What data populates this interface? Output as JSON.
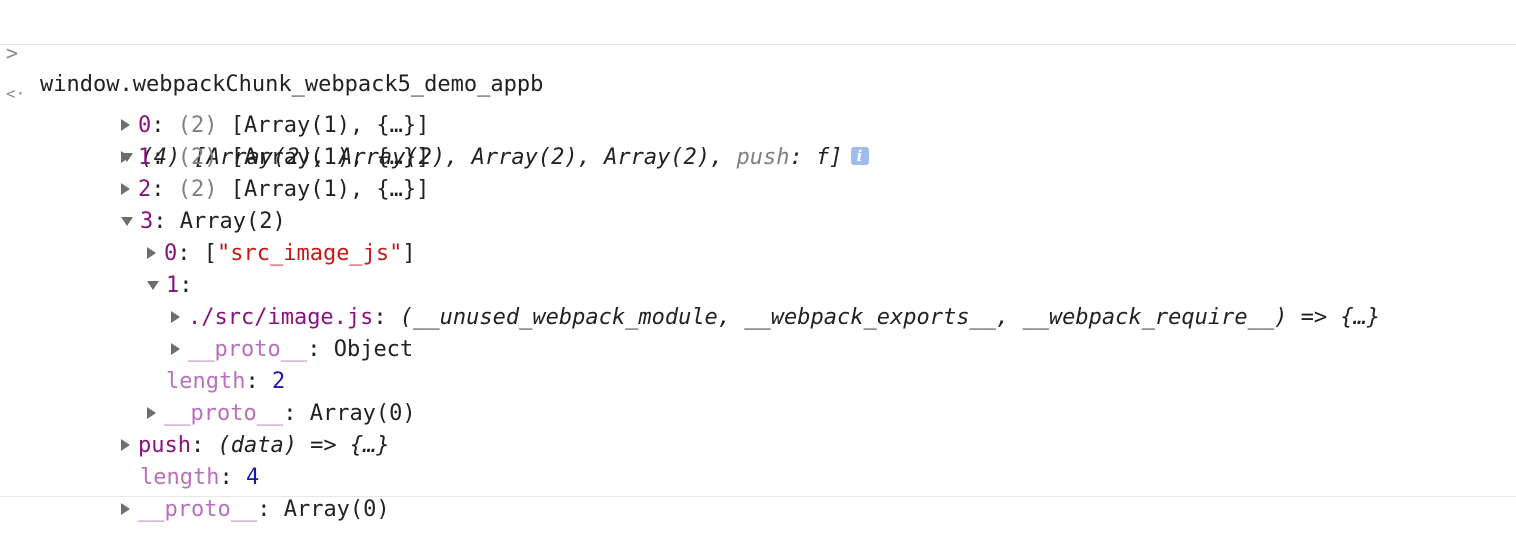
{
  "console": {
    "input_expression": "window.webpackChunk_webpack5_demo_appb",
    "prompt_glyph": ">",
    "result_glyph": "<·",
    "result_summary": {
      "count": "(4)",
      "items": "[Array(2), Array(2), Array(2), Array(2), ",
      "push_key": "push",
      "push_value": ": f]",
      "info_glyph": "i"
    },
    "entries": [
      {
        "index": "0",
        "count": "(2)",
        "preview": "[Array(1), {…}]"
      },
      {
        "index": "1",
        "count": "(2)",
        "preview": "[Array(1), {…}]"
      },
      {
        "index": "2",
        "count": "(2)",
        "preview": "[Array(1), {…}]"
      }
    ],
    "entry3": {
      "index": "3",
      "label": "Array(2)",
      "child0_index": "0",
      "child0_open": "[",
      "child0_string": "\"src_image_js\"",
      "child0_close": "]",
      "child1_index": "1",
      "module_key": "./src/image.js",
      "module_value": "(__unused_webpack_module, __webpack_exports__, __webpack_require__) => {…}",
      "proto_key": "__proto__",
      "proto_object": "Object",
      "length_key": "length",
      "length_value": "2",
      "outer_proto_key": "__proto__",
      "outer_proto_value": "Array(0)"
    },
    "push": {
      "key": "push",
      "value": "(data) => {…}"
    },
    "length": {
      "key": "length",
      "value": "4"
    },
    "proto": {
      "key": "__proto__",
      "value": "Array(0)"
    }
  }
}
